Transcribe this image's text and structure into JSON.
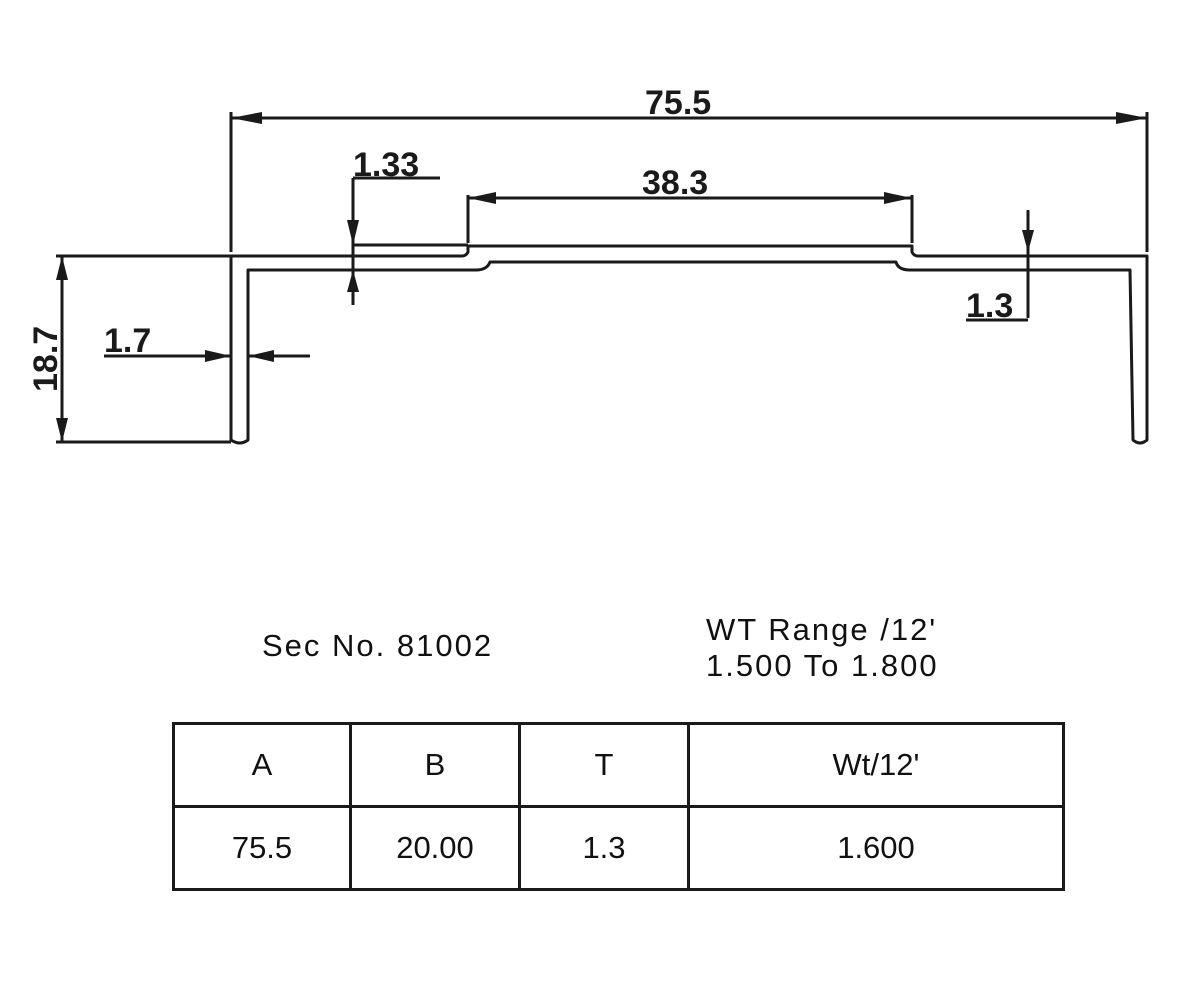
{
  "drawing": {
    "dimensions": {
      "overall_width": "75.5",
      "offset": "1.33",
      "top_width": "38.3",
      "thickness_right": "1.3",
      "height": "18.7",
      "wall_thickness": "1.7"
    }
  },
  "section": {
    "sec_no_label": "Sec No. 81002",
    "wt_range_title": "WT Range /12'",
    "wt_range_values": "1.500  To 1.800"
  },
  "table": {
    "headers": [
      "A",
      "B",
      "T",
      "Wt/12'"
    ],
    "rows": [
      [
        "75.5",
        "20.00",
        "1.3",
        "1.600"
      ]
    ]
  }
}
